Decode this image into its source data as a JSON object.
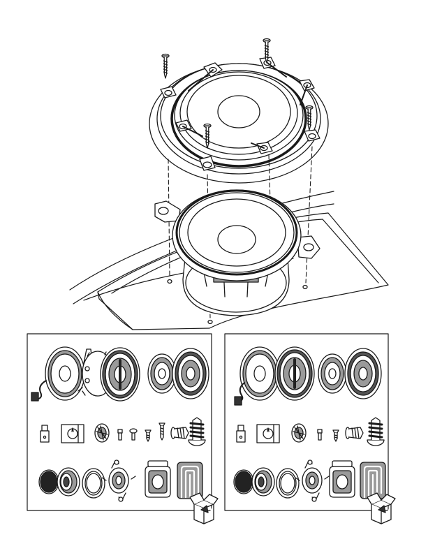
{
  "diagram": {
    "kind": "speaker-installation-illustration",
    "line_color": "#1a1a1a",
    "fill_light": "#ffffff",
    "fill_dark": "#555555",
    "fill_gray": "#9a9a9a",
    "kits": [
      {
        "panel": "kit-panel-left",
        "icon": "open-box-icon",
        "rows": [
          [
            "woofer-with-harness",
            "woofer-with-bracket",
            "woofer-front-grille",
            "tweeter",
            "tweeter-grille"
          ],
          [
            "connector",
            "crossover-bracket",
            "tweeter-mount",
            "small-screw",
            "machine-screw",
            "short-screw",
            "long-screw",
            "self-tapping-screw",
            "threaded-anchor"
          ],
          [
            "foam-ring",
            "tweeter-cup",
            "mount-ring",
            "pivot-mount",
            "surface-mount-cup",
            "wire-harness"
          ]
        ]
      },
      {
        "panel": "kit-panel-right",
        "icon": "open-box-icon",
        "rows": [
          [
            "woofer-with-harness",
            "woofer-front-grille",
            "tweeter",
            "tweeter-grille"
          ],
          [
            "connector",
            "crossover-bracket",
            "tweeter-mount",
            "small-screw",
            "short-screw",
            "self-tapping-screw",
            "threaded-anchor"
          ],
          [
            "foam-ring",
            "tweeter-cup",
            "mount-ring",
            "pivot-mount",
            "surface-mount-cup",
            "wire-harness"
          ]
        ]
      }
    ]
  }
}
